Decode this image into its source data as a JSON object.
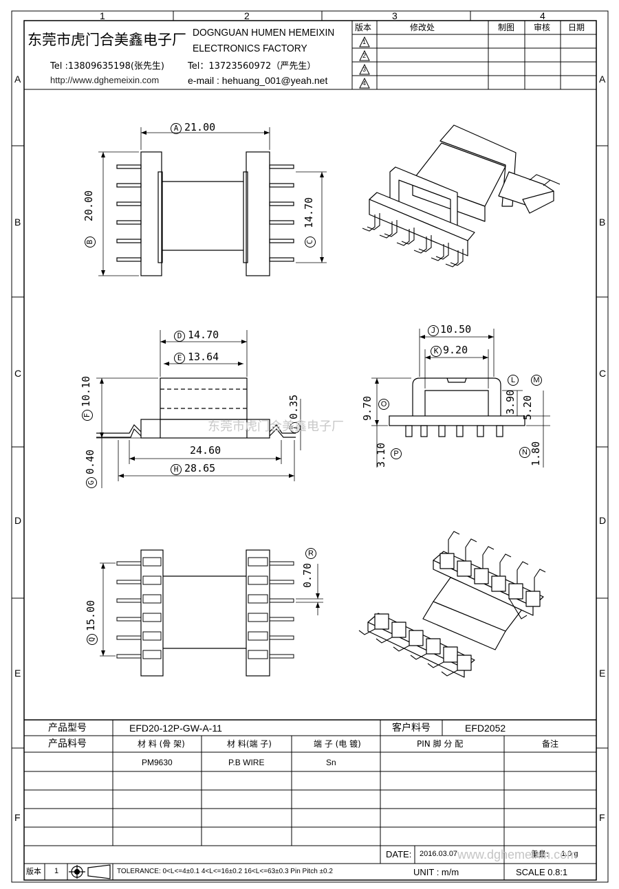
{
  "frame": {
    "columns": [
      "1",
      "2",
      "3",
      "4"
    ],
    "rows": [
      "A",
      "B",
      "C",
      "D",
      "E",
      "F"
    ]
  },
  "header": {
    "company_cn": "东莞市虎门合美鑫电子厂",
    "company_en_line1": "DOGNGUAN HUMEN HEMEIXIN",
    "company_en_line2": "ELECTRONICS FACTORY",
    "tel1": "Tel :13809635198(张先生)",
    "tel2": "Tel：13723560972（严先生）",
    "website": "http://www.dghemeixin.com",
    "email": "e-mail : hehuang_001@yeah.net"
  },
  "revision_table": {
    "headers": [
      "版本",
      "修改处",
      "制图",
      "审核",
      "日期"
    ],
    "rows": [
      "1",
      "2",
      "3",
      "4"
    ]
  },
  "dimensions": {
    "A": "21.00",
    "B": "20.00",
    "C": "14.70",
    "D": "14.70",
    "E": "13.64",
    "F": "10.10",
    "G": "0.40",
    "H": "28.65",
    "H_inner": "24.60",
    "J": "10.50",
    "K": "9.20",
    "L": "3.90",
    "M": "5.20",
    "N": "1.80",
    "O": "9.70",
    "P": "3.10",
    "Q": "15.00",
    "R": "0.70",
    "I": "0.35"
  },
  "dim_letters": [
    "A",
    "B",
    "C",
    "D",
    "E",
    "F",
    "G",
    "H",
    "I",
    "J",
    "K",
    "L",
    "M",
    "N",
    "O",
    "P",
    "Q",
    "R"
  ],
  "watermark": "东莞市虎门合美鑫电子厂",
  "title_block": {
    "product_model_label": "产品型号",
    "product_model": "EFD20-12P-GW-A-11",
    "customer_pn_label": "客户料号",
    "customer_pn": "EFD2052",
    "product_pn_label": "产品料号",
    "material_bobbin_label": "材 料 (骨 架)",
    "material_pin_label": "材 料(端 子)",
    "terminal_plating_label": "端 子 (电 镀)",
    "pin_assignment_label": "PIN 脚 分 配",
    "remarks_label": "备注",
    "material_bobbin": "PM9630",
    "material_pin": "P.B WIRE",
    "terminal_plating": "Sn",
    "date_label": "DATE:",
    "date": "2016.03.07",
    "weight_label": "重量:",
    "weight": "1.0 g",
    "version_label": "版本",
    "version": "1",
    "tolerance": "TOLERANCE:  0<L<=4±0.1  4<L<=16±0.2  16<L<=63±0.3  Pin Pitch  ±0.2",
    "unit": "UNIT : m/m",
    "scale": "SCALE  0.8:1",
    "url_watermark": "www.dghemeixin.com"
  }
}
